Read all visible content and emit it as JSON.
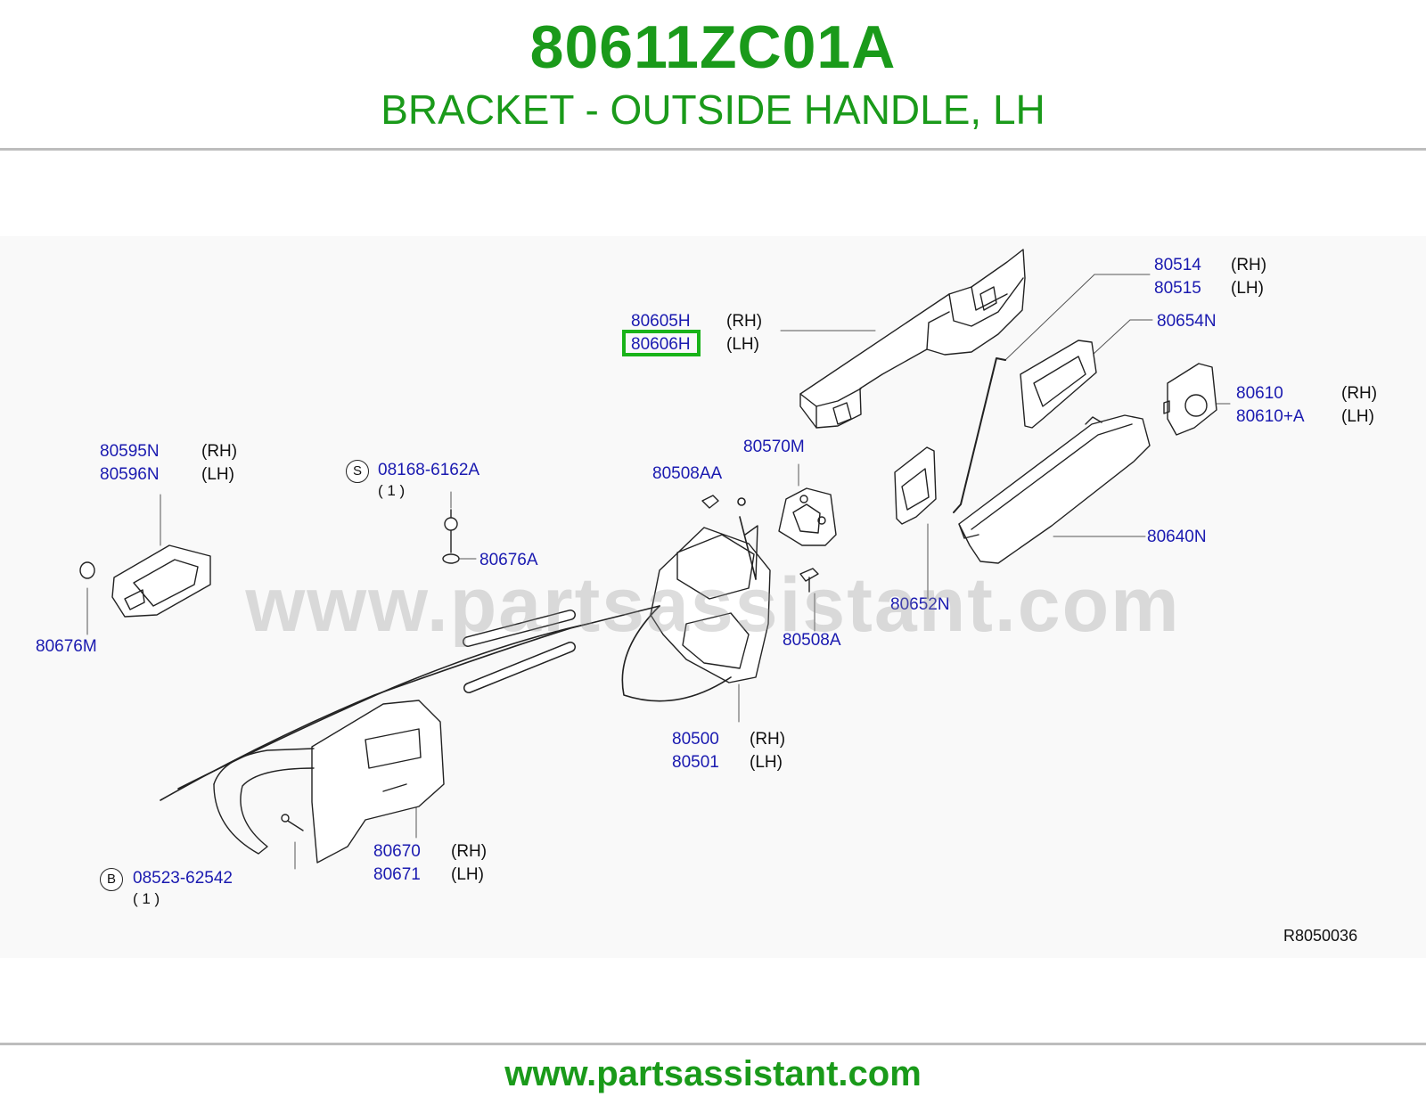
{
  "header": {
    "part_number": "80611ZC01A",
    "description": "BRACKET - OUTSIDE HANDLE, LH"
  },
  "diagram": {
    "watermark": "www.partsassistant.com",
    "reference_code": "R8050036",
    "highlighted_part": "80606H",
    "labels": {
      "p80605H": "80605H",
      "p80606H": "80606H",
      "p80514": "80514",
      "p80515": "80515",
      "p80654N": "80654N",
      "p80610": "80610",
      "p80610A": "80610+A",
      "p80595N": "80595N",
      "p80596N": "80596N",
      "p08168": "08168-6162A",
      "p80676A": "80676A",
      "p80508AA": "80508AA",
      "p80570M": "80570M",
      "p80640N": "80640N",
      "p80652N": "80652N",
      "p80676M": "80676M",
      "p80508A": "80508A",
      "p80500": "80500",
      "p80501": "80501",
      "p80670": "80670",
      "p80671": "80671",
      "p08523": "08523-62542"
    },
    "sides": {
      "rh": "(RH)",
      "lh": "(LH)"
    },
    "qty": "( 1 )",
    "symbols": {
      "s": "S",
      "b": "B"
    }
  },
  "footer": {
    "url": "www.partsassistant.com"
  }
}
